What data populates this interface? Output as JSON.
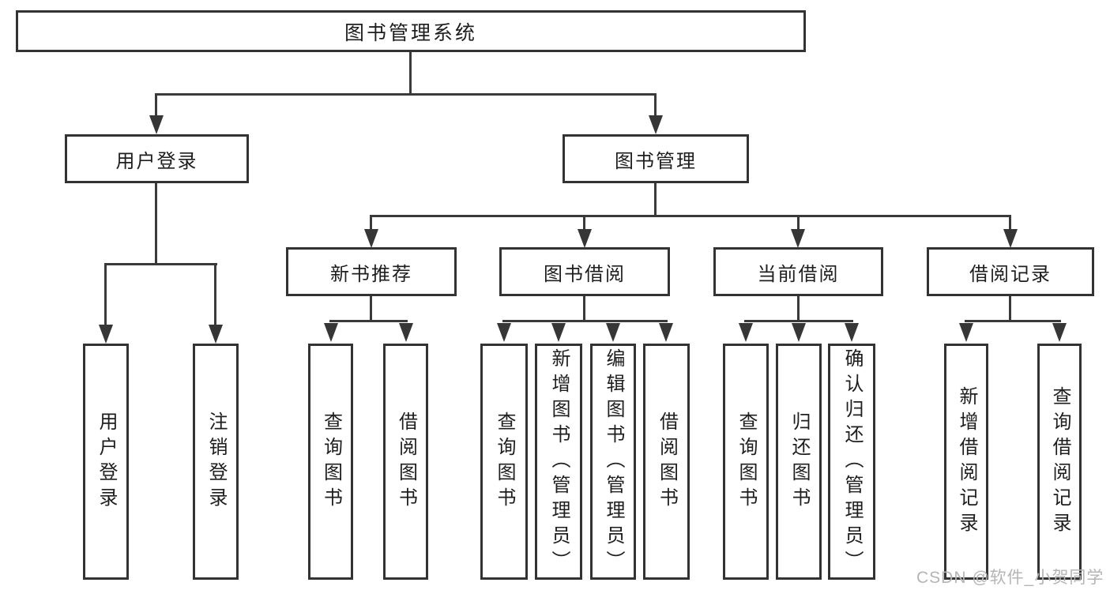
{
  "tree": {
    "label": "图书管理系统",
    "children": [
      {
        "label": "用户登录",
        "children": [
          {
            "label": "用户登录"
          },
          {
            "label": "注销登录"
          }
        ]
      },
      {
        "label": "图书管理",
        "children": [
          {
            "label": "新书推荐",
            "children": [
              {
                "label": "查询图书"
              },
              {
                "label": "借阅图书"
              }
            ]
          },
          {
            "label": "图书借阅",
            "children": [
              {
                "label": "查询图书"
              },
              {
                "label": "新增图书（管理员）"
              },
              {
                "label": "编辑图书（管理员）"
              },
              {
                "label": "借阅图书"
              }
            ]
          },
          {
            "label": "当前借阅",
            "children": [
              {
                "label": "查询图书"
              },
              {
                "label": "归还图书"
              },
              {
                "label": "确认归还（管理员）"
              }
            ]
          },
          {
            "label": "借阅记录",
            "children": [
              {
                "label": "新增借阅记录"
              },
              {
                "label": "查询借阅记录"
              }
            ]
          }
        ]
      }
    ]
  },
  "watermark": {
    "text": "CSDN @软件_小贺同学"
  },
  "colors": {
    "line": "#3a3a3a",
    "border": "#333333",
    "text": "#1e1e1e",
    "watermark": "#b5b5b5",
    "background": "#ffffff"
  }
}
